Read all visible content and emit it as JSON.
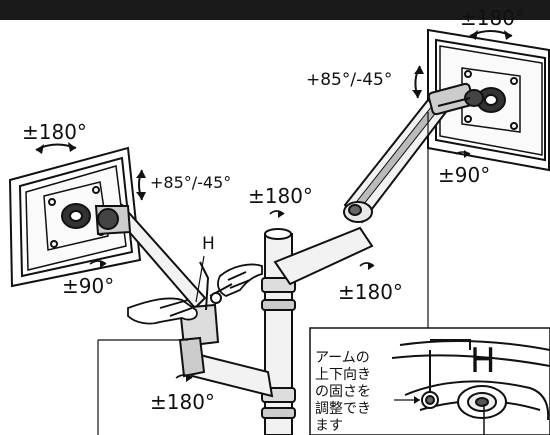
{
  "labels": {
    "top_right_rotation": "±180°",
    "top_right_tilt": "+85°/-45°",
    "right_swivel": "±90°",
    "left_rotation": "±180°",
    "left_tilt": "+85°/-45°",
    "center_joint_rotation": "±180°",
    "left_swivel": "±90°",
    "pole_upper_rotation": "±180°",
    "pole_lower_rotation": "±180°",
    "h_marker": "H"
  },
  "inset": {
    "caption_lines": [
      "アームの",
      "上下向き",
      "の固さを",
      "調整でき",
      "ます"
    ],
    "h_label": "H"
  },
  "colors": {
    "background": "#ffffff",
    "header_bar": "#1a1a1a",
    "line": "#111111",
    "arm_fill": "#f2f2f2"
  },
  "icons": [
    "rotation-arrow-icon",
    "swivel-arrow-icon",
    "hex-key-icon",
    "hand-icon"
  ]
}
